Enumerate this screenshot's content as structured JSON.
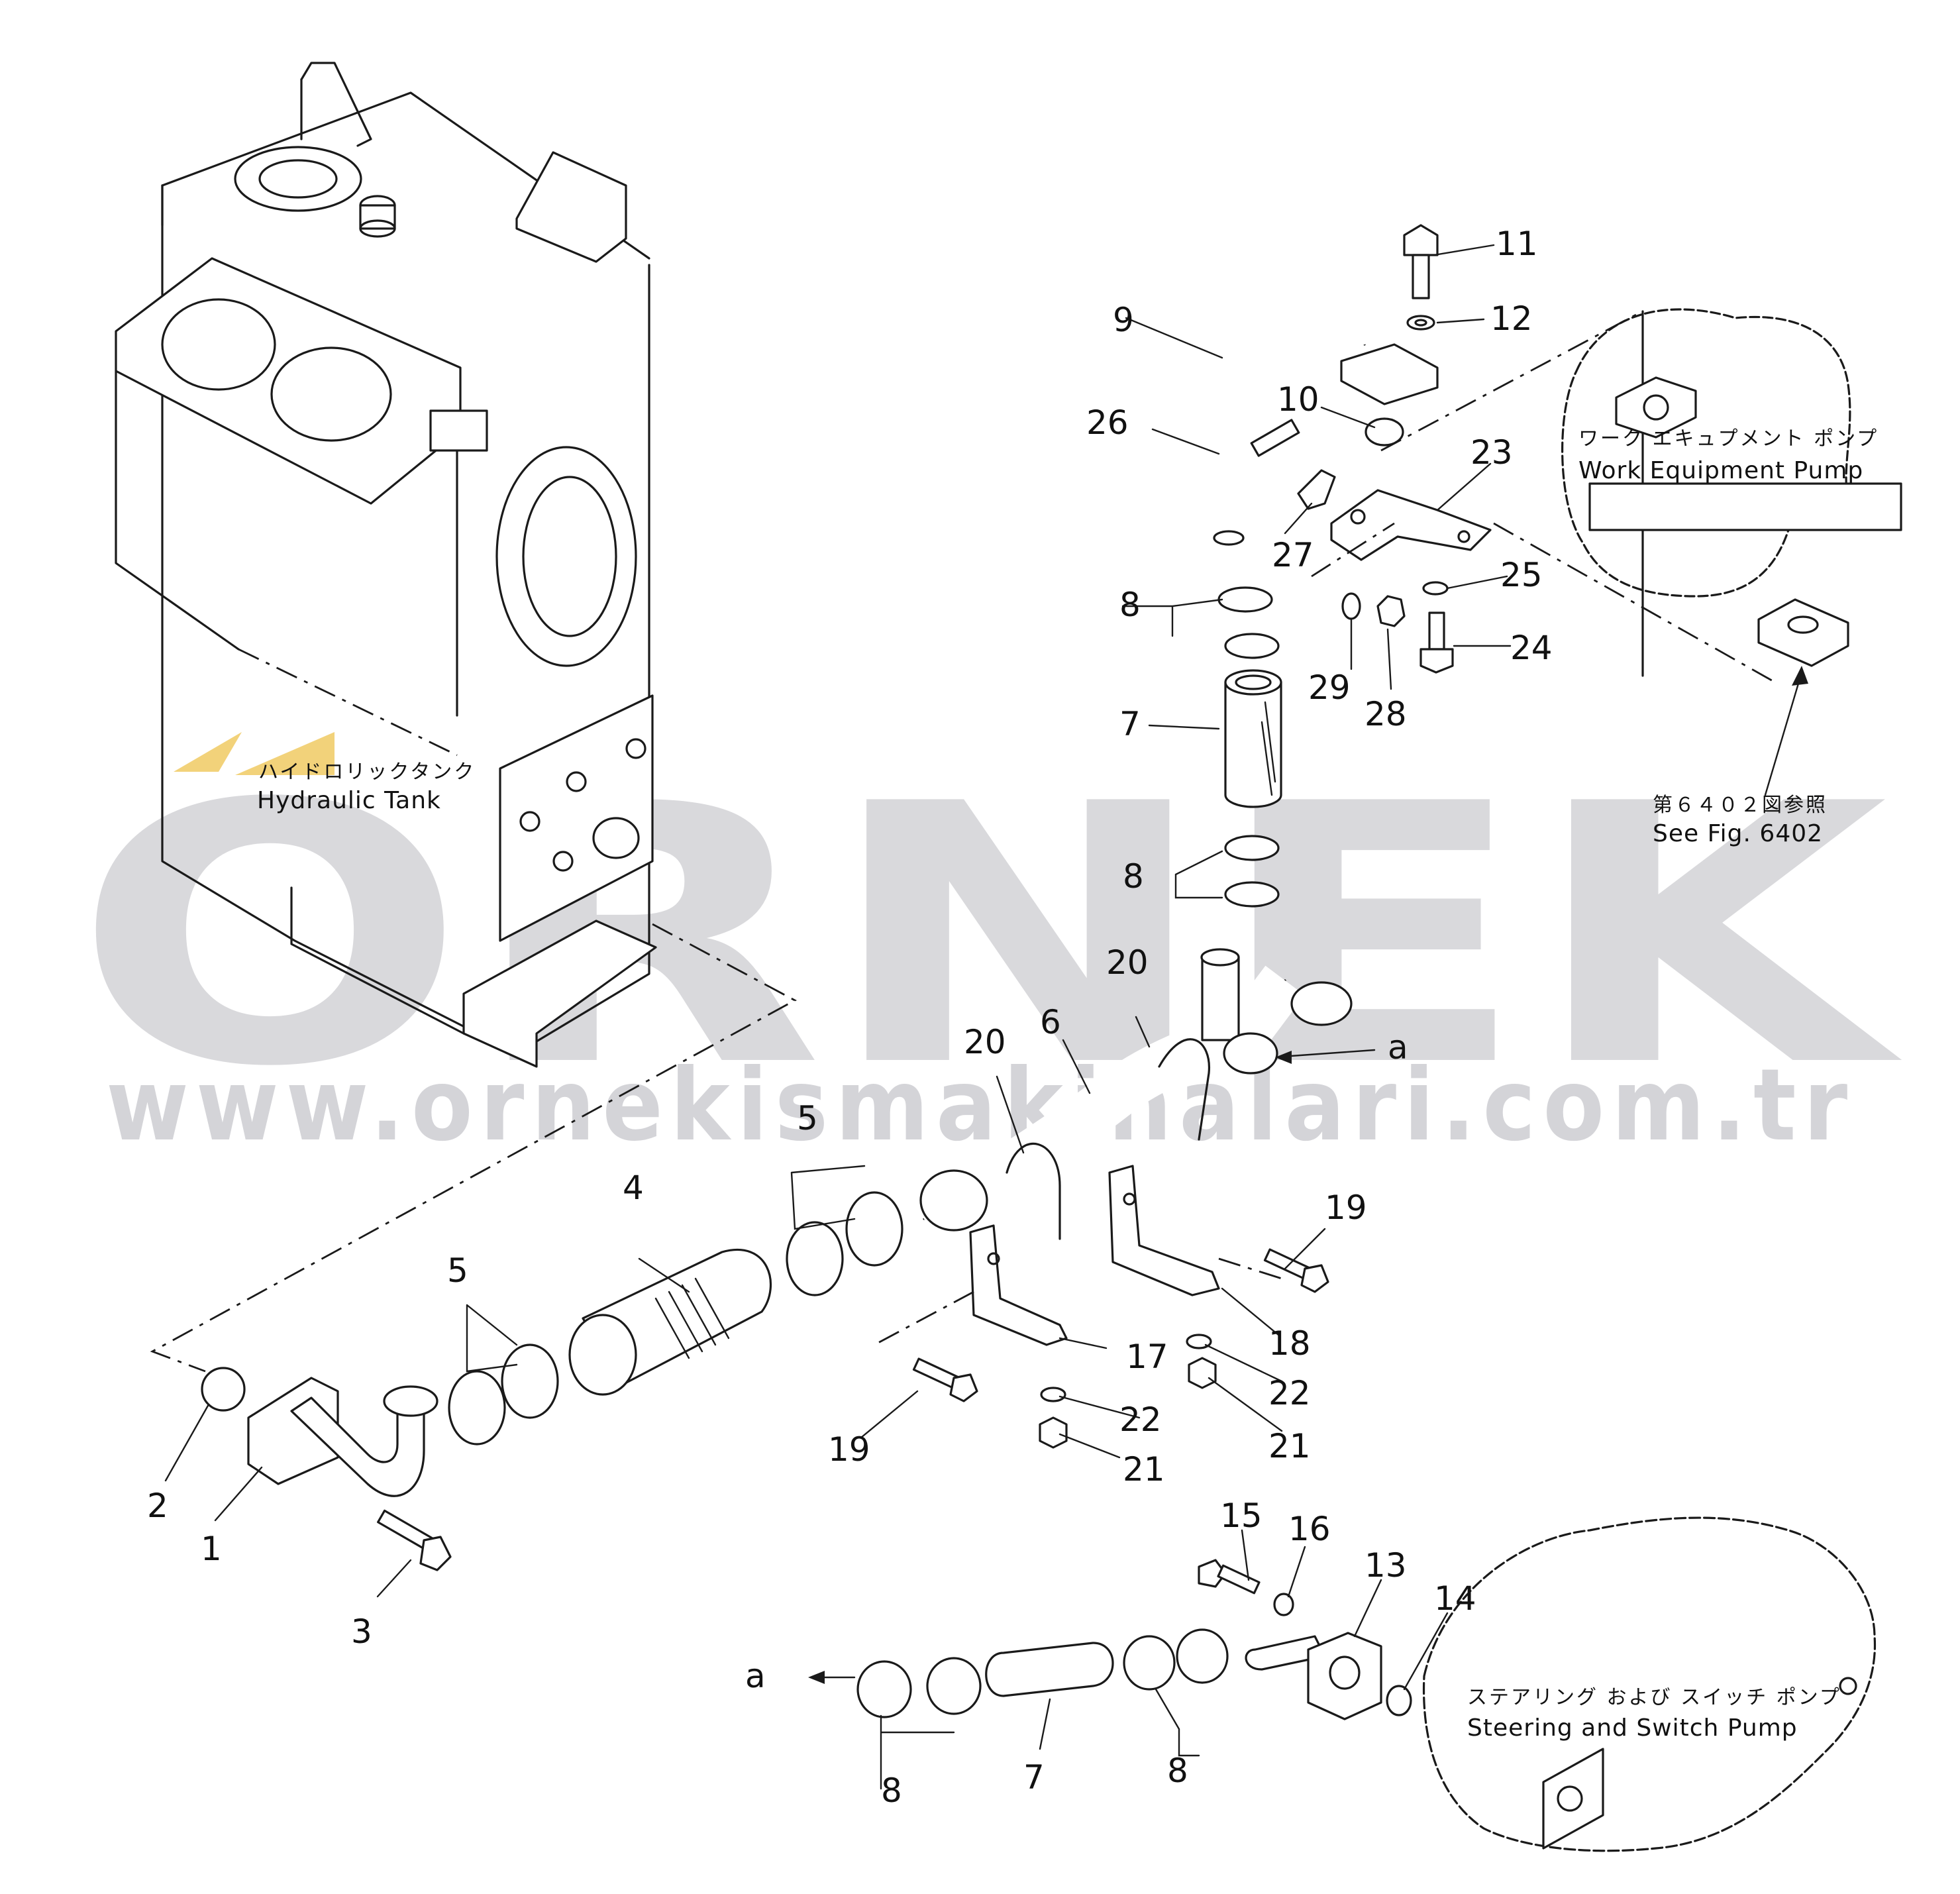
{
  "watermark": {
    "brand": "ORNEK",
    "url": "www.ornekismakinalari.com.tr",
    "logo_color": "#f2d27a"
  },
  "labels": {
    "hydraulic_tank_jp": "ハイドロリックタンク",
    "hydraulic_tank": "Hydraulic Tank",
    "work_pump_jp": "ワーク エキュプメント ポンプ",
    "work_pump": "Work Equipment Pump",
    "see_fig_jp": "第６４０２図参照",
    "see_fig": "See Fig. 6402",
    "steering_pump_jp": "ステアリング および スイッチ ポンプ",
    "steering_pump": "Steering and Switch Pump"
  },
  "callouts": {
    "c1": "1",
    "c2": "2",
    "c3": "3",
    "c4": "4",
    "c5a": "5",
    "c5b": "5",
    "c6": "6",
    "c7a": "7",
    "c7b": "7",
    "c8a": "8",
    "c8b": "8",
    "c8c": "8",
    "c8d": "8",
    "c9": "9",
    "c10": "10",
    "c11": "11",
    "c12": "12",
    "c13": "13",
    "c14": "14",
    "c15": "15",
    "c16": "16",
    "c17": "17",
    "c18": "18",
    "c19a": "19",
    "c19b": "19",
    "c20a": "20",
    "c20b": "20",
    "c21a": "21",
    "c21b": "21",
    "c22a": "22",
    "c22b": "22",
    "c23": "23",
    "c24": "24",
    "c25": "25",
    "c26": "26",
    "c27": "27",
    "c28": "28",
    "c29": "29",
    "a_top": "a",
    "a_bottom": "a"
  }
}
